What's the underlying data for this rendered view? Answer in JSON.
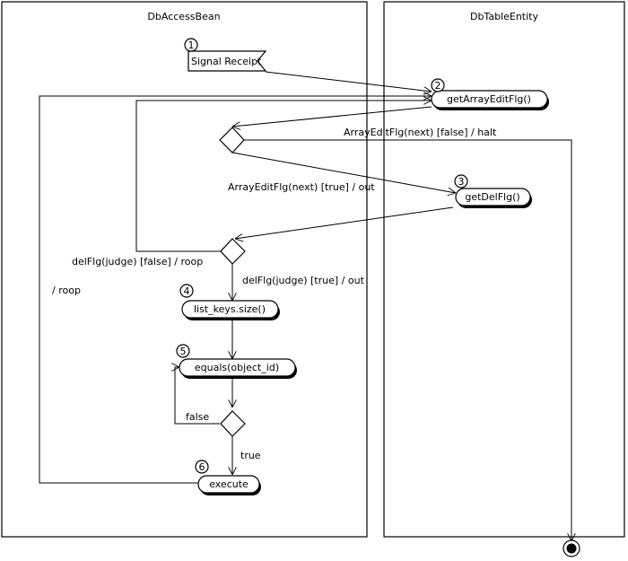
{
  "lanes": [
    {
      "title": "DbAccessBean"
    },
    {
      "title": "DbTableEntity"
    }
  ],
  "signal": {
    "number": "1",
    "label": "Signal Receipt"
  },
  "actions": [
    {
      "number": "2",
      "label": "getArrayEditFlg()"
    },
    {
      "number": "3",
      "label": "getDelFlg()"
    },
    {
      "number": "4",
      "label": "list_keys.size()"
    },
    {
      "number": "5",
      "label": "equals(object_id)"
    },
    {
      "number": "6",
      "label": "execute"
    }
  ],
  "guards": {
    "array_halt": "ArrayEditFlg(next) [false] / halt",
    "array_out": "ArrayEditFlg(next) [true] / out",
    "del_roop": "delFlg(judge) [false] / roop",
    "del_out": "delFlg(judge) [true] / out",
    "roop": "/ roop",
    "eq_false": "false",
    "eq_true": "true"
  }
}
